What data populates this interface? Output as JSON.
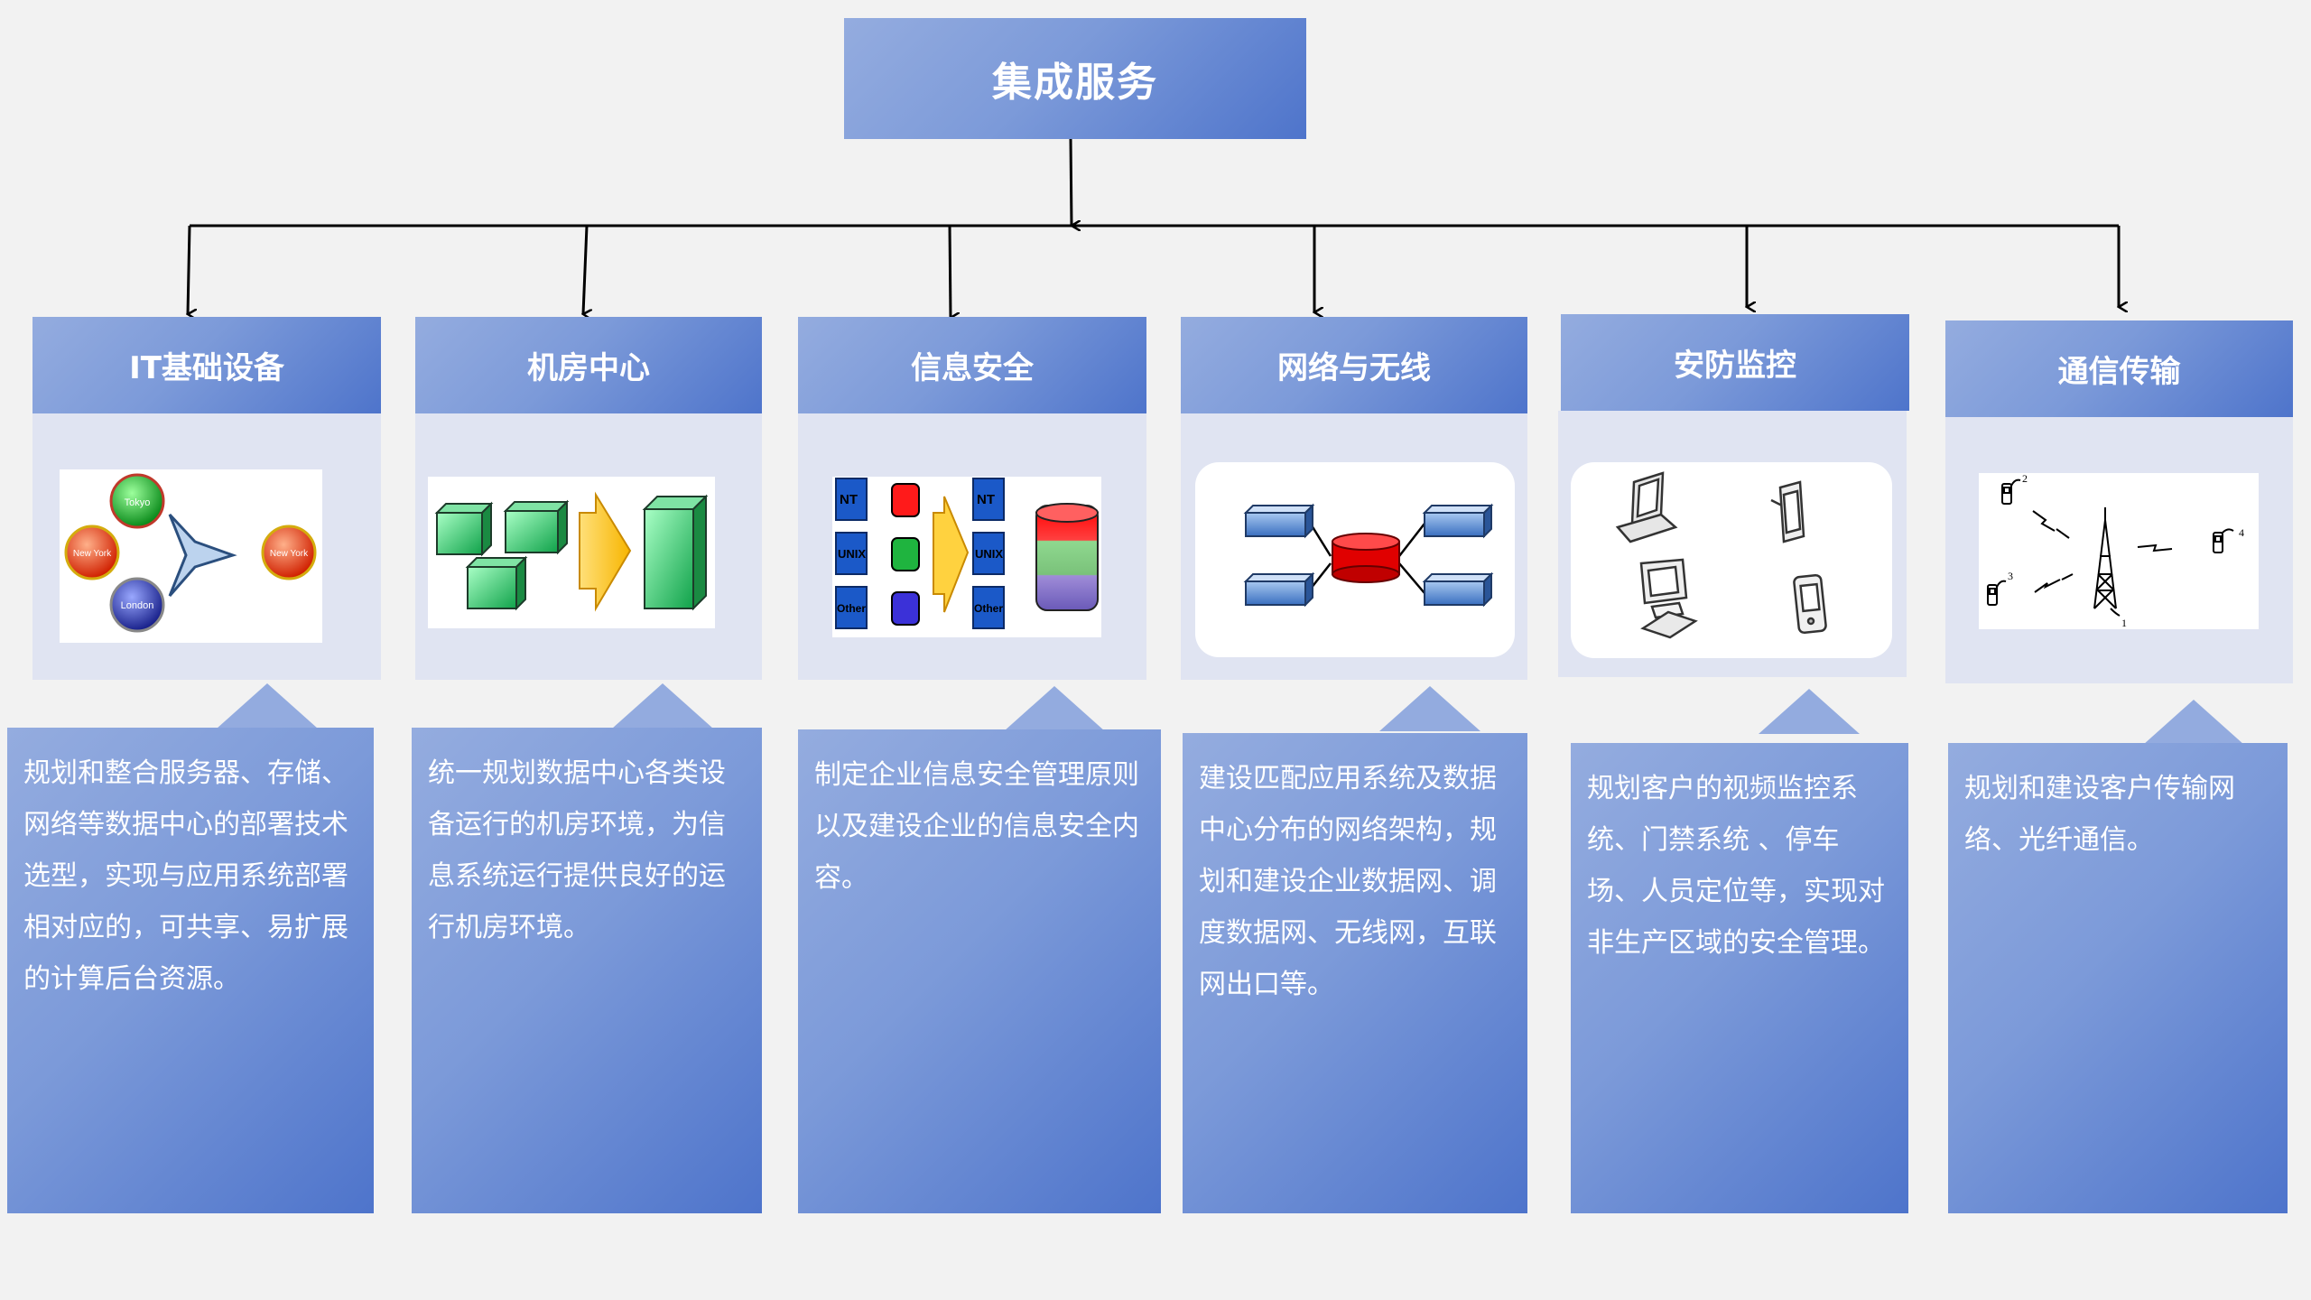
{
  "title": "集成服务",
  "accent_gradient": [
    "#94acdf",
    "#4e74cb"
  ],
  "panel_color": "#e0e4f2",
  "columns": [
    {
      "title": "IT基础设备",
      "description": "规划和整合服务器、存储、网络等数据中心的部署技术选型，实现与应用系统部署相对应的，可共享、易扩展的计算后台资源。",
      "image_labels": {
        "tokyo": "Tokyo",
        "ny1": "New York",
        "ny2": "New York",
        "london": "London"
      }
    },
    {
      "title": "机房中心",
      "description": "统一规划数据中心各类设备运行的机房环境，为信息系统运行提供良好的运行机房环境。"
    },
    {
      "title": "信息安全",
      "description": "制定企业信息安全管理原则以及建设企业的信息安全内容。",
      "image_labels": {
        "nt": "NT",
        "unix": "UNIX",
        "other": "Other"
      }
    },
    {
      "title": "网络与无线",
      "description": "建设匹配应用系统及数据中心分布的网络架构，规划和建设企业数据网、调度数据网、无线网，互联网出口等。"
    },
    {
      "title": "安防监控",
      "description": "规划客户的视频监控系统、门禁系统 、停车场、人员定位等，实现对非生产区域的安全管理。"
    },
    {
      "title": "通信传输",
      "description": "规划和建设客户传输网络、光纤通信。",
      "image_labels": {
        "n1": "1",
        "n2": "2",
        "n3": "3",
        "n4": "4"
      }
    }
  ],
  "icons": [
    "server-network-icon",
    "cube-migration-icon",
    "database-security-icon",
    "network-topology-icon",
    "surveillance-devices-icon",
    "radio-tower-icon"
  ]
}
